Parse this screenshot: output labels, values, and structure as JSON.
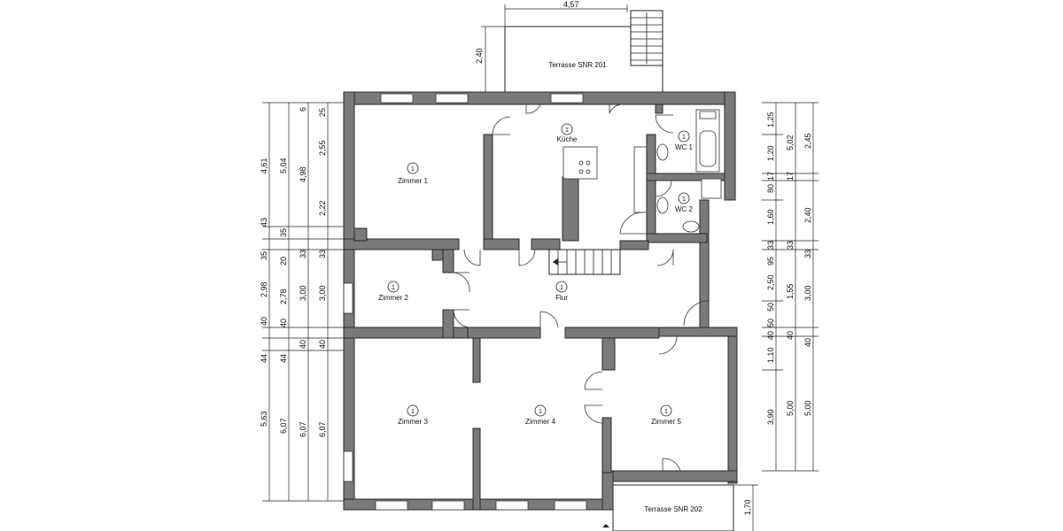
{
  "rooms": {
    "kueche": {
      "num": "1",
      "label": "Küche"
    },
    "wc1": {
      "num": "1",
      "label": "WC 1"
    },
    "wc2": {
      "num": "1",
      "label": "WC 2"
    },
    "zimmer1": {
      "num": "1",
      "label": "Zimmer 1"
    },
    "zimmer2": {
      "num": "1",
      "label": "Zimmer 2"
    },
    "flur": {
      "num": "1",
      "label": "Flur"
    },
    "zimmer3": {
      "num": "1",
      "label": "Zimmer 3"
    },
    "zimmer4": {
      "num": "1",
      "label": "Zimmer 4"
    },
    "zimmer5": {
      "num": "1",
      "label": "Zimmer 5"
    }
  },
  "terraces": {
    "top": "Terrasse SNR 201",
    "bottom": "Terrasse SNR 202"
  },
  "dimensions": {
    "top_width": "4,57",
    "top_depth": "2,40",
    "bottom_depth": "1,70",
    "left_col1": [
      "4,61",
      "43",
      "35",
      "2,98",
      "40",
      "44",
      "5,63"
    ],
    "left_col2": [
      "5,04",
      "35",
      "20",
      "2,78",
      "40",
      "44",
      "6,07"
    ],
    "left_col3": [
      "6",
      "4,98",
      "33",
      "3,00",
      "40",
      "6,07"
    ],
    "left_col4": [
      "25",
      "2,55",
      "2,22",
      "33",
      "3,00",
      "40",
      "6,07"
    ],
    "right_col1": [
      "1,25",
      "1,20",
      "17",
      "80",
      "1,60",
      "33",
      "95",
      "2,50",
      "50",
      "50",
      "40",
      "1,10",
      "3,90"
    ],
    "right_col2": [
      "5,02",
      "17",
      "33",
      "1,55",
      "40",
      "5,00"
    ],
    "right_col3": [
      "2,45",
      "2,40",
      "33",
      "3,00",
      "40",
      "5,00"
    ]
  }
}
